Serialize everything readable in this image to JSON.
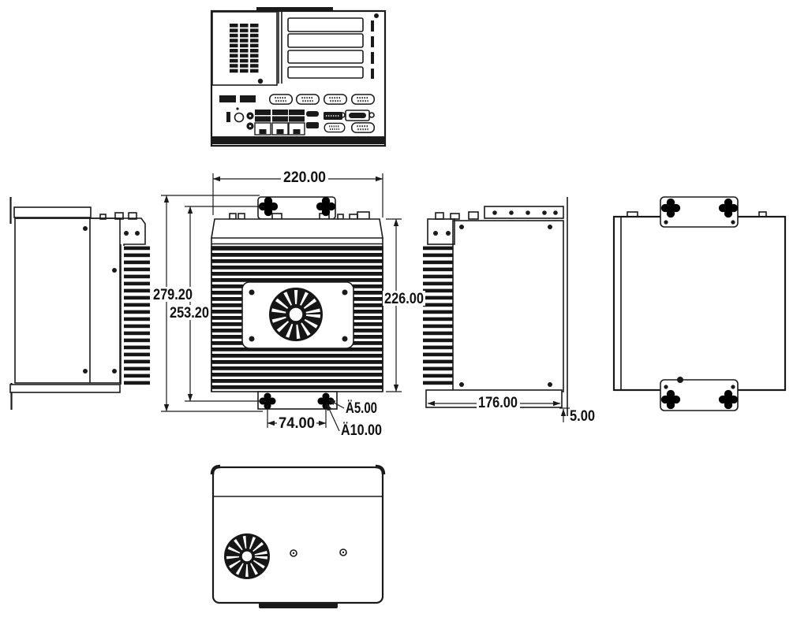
{
  "drawing": {
    "type": "mechanical-dimension-drawing",
    "colors": {
      "line": "#1a1a1a",
      "background": "#ffffff",
      "fin_fill": "#161616"
    },
    "dims": {
      "top_width": "220.00",
      "overall_height": "279.20",
      "inner_height": "253.20",
      "side_height": "226.00",
      "hole_spacing": "74.00",
      "hole_dia_small": "Ä5.00",
      "hole_dia_large": "Ä10.00",
      "depth": "176.00",
      "plate_thickness": "5.00"
    }
  }
}
